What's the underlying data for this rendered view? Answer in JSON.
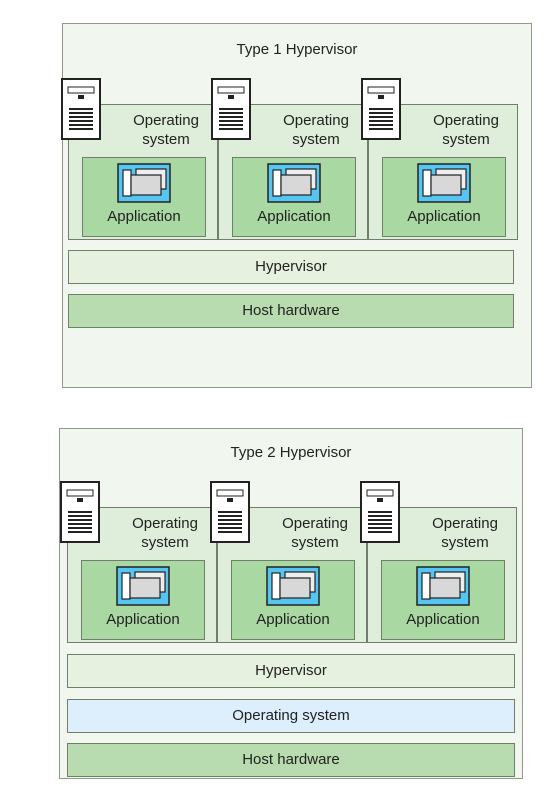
{
  "panels": [
    {
      "title": "Type 1 Hypervisor",
      "vms": [
        {
          "os_label_line1": "Operating",
          "os_label_line2": "system",
          "app_label": "Application"
        },
        {
          "os_label_line1": "Operating",
          "os_label_line2": "system",
          "app_label": "Application"
        },
        {
          "os_label_line1": "Operating",
          "os_label_line2": "system",
          "app_label": "Application"
        }
      ],
      "layers": {
        "hypervisor": "Hypervisor",
        "host_hardware": "Host hardware"
      }
    },
    {
      "title": "Type 2 Hypervisor",
      "vms": [
        {
          "os_label_line1": "Operating",
          "os_label_line2": "system",
          "app_label": "Application"
        },
        {
          "os_label_line1": "Operating",
          "os_label_line2": "system",
          "app_label": "Application"
        },
        {
          "os_label_line1": "Operating",
          "os_label_line2": "system",
          "app_label": "Application"
        }
      ],
      "layers": {
        "hypervisor": "Hypervisor",
        "operating_system": "Operating system",
        "host_hardware": "Host hardware"
      }
    }
  ],
  "colors": {
    "panel_bg": "#f1f7ee",
    "vm_bg": "#dfeedb",
    "app_bg": "#aad8a3",
    "window_blue": "#55c5f2",
    "hypervisor_bg": "#e6f1df",
    "host_hardware_bg": "#b8dcb0",
    "operating_system_bg": "#ddeffc"
  },
  "icons": {
    "server": "server-tower-icon",
    "app": "application-windows-icon"
  }
}
